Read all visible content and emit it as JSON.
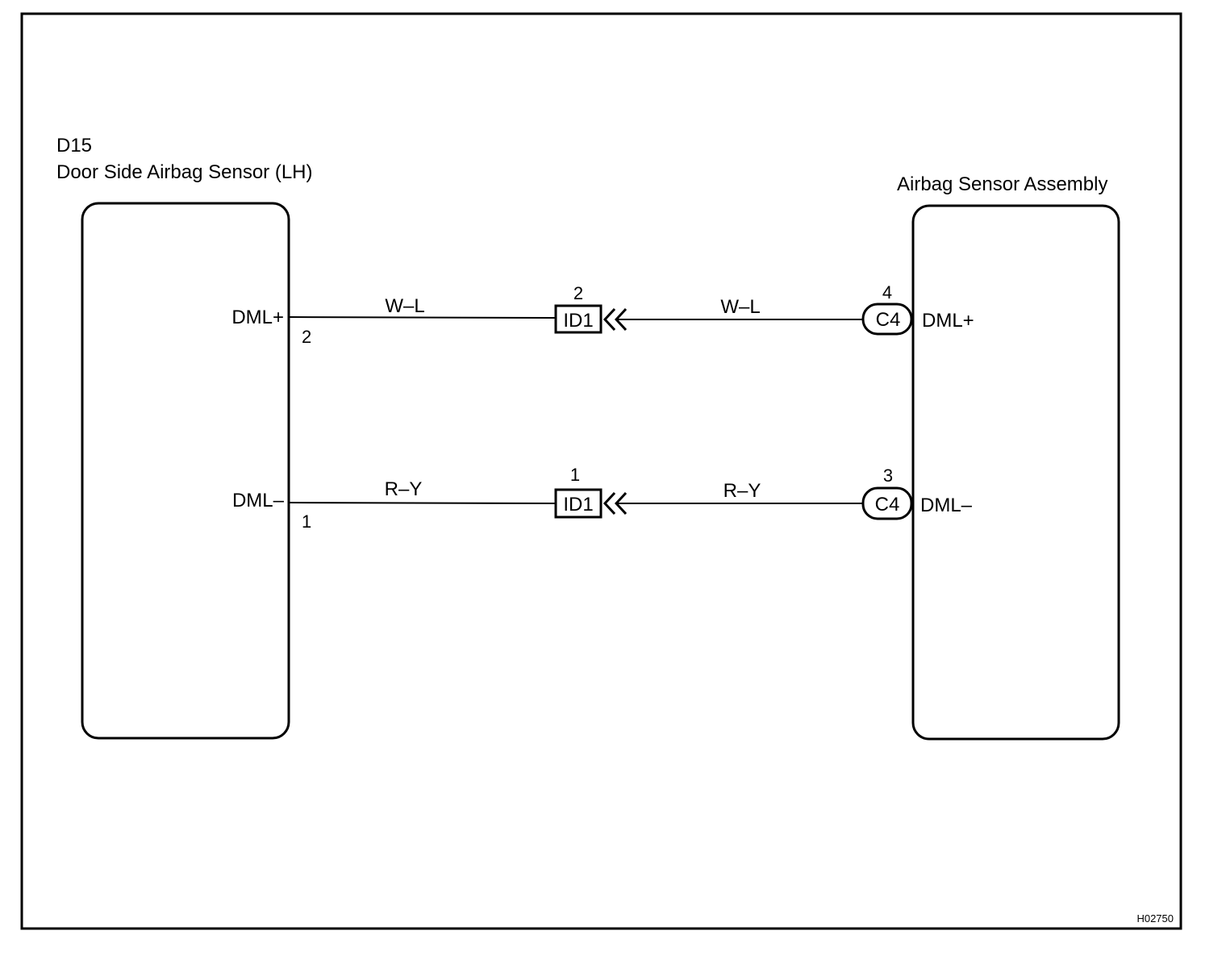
{
  "left_component": {
    "code": "D15",
    "name": "Door Side Airbag Sensor (LH)",
    "terminals": [
      {
        "label": "DML+",
        "pin": "2"
      },
      {
        "label": "DML–",
        "pin": "1"
      }
    ]
  },
  "right_component": {
    "name": "Airbag Sensor Assembly",
    "terminals": [
      {
        "label": "DML+",
        "pin": "4",
        "connector": "C4"
      },
      {
        "label": "DML–",
        "pin": "3",
        "connector": "C4"
      }
    ]
  },
  "circuits": [
    {
      "wire_left": "W–L",
      "wire_right": "W–L",
      "junction_connector": "ID1",
      "junction_pin": "2"
    },
    {
      "wire_left": "R–Y",
      "wire_right": "R–Y",
      "junction_connector": "ID1",
      "junction_pin": "1"
    }
  ],
  "figure_code": "H02750"
}
